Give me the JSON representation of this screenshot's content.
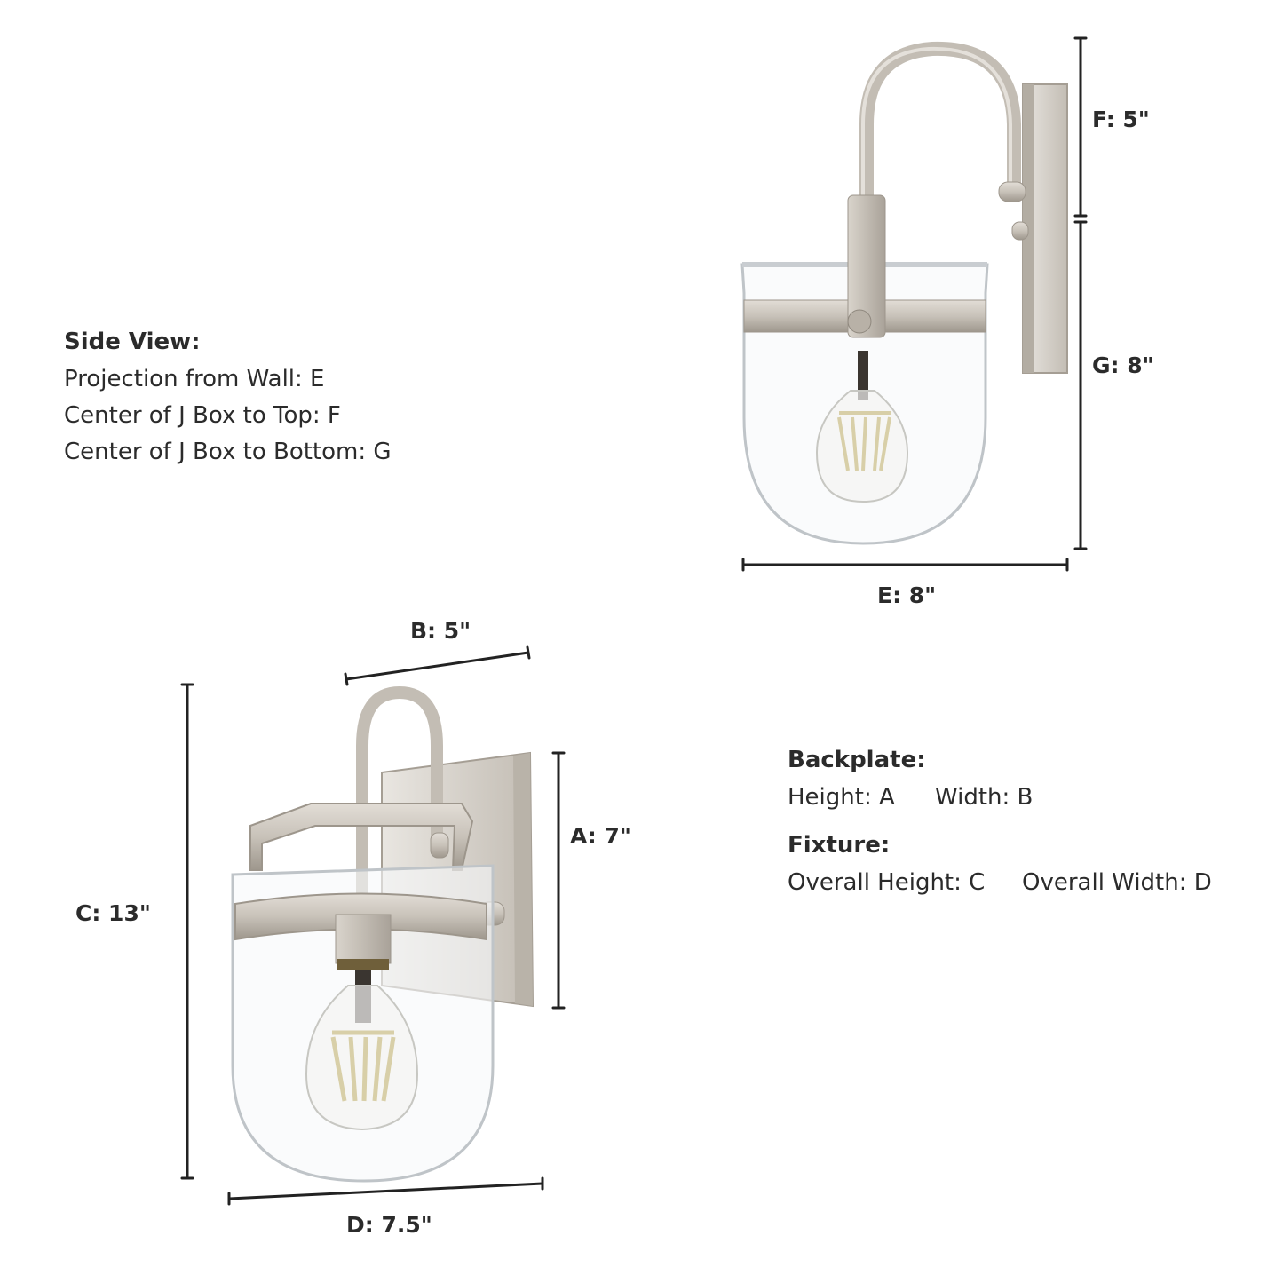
{
  "side_view": {
    "heading": "Side View:",
    "lines": [
      "Projection from Wall: E",
      "Center of J Box to Top: F",
      "Center of J Box to Bottom: G"
    ]
  },
  "backplate": {
    "heading": "Backplate:",
    "height": "Height: A",
    "width": "Width: B"
  },
  "fixture": {
    "heading": "Fixture:",
    "height": "Overall Height: C",
    "width": "Overall Width: D"
  },
  "dimensions": {
    "A": "A: 7\"",
    "B": "B: 5\"",
    "C": "C: 13\"",
    "D": "D: 7.5\"",
    "E": "E: 8\"",
    "F": "F: 5\"",
    "G": "G: 8\""
  },
  "colors": {
    "metal": "#c9c3ba",
    "metal_dark": "#9d968c",
    "glass_edge": "#bfc4c8",
    "line": "#222222",
    "filament": "#d8cfa8"
  }
}
